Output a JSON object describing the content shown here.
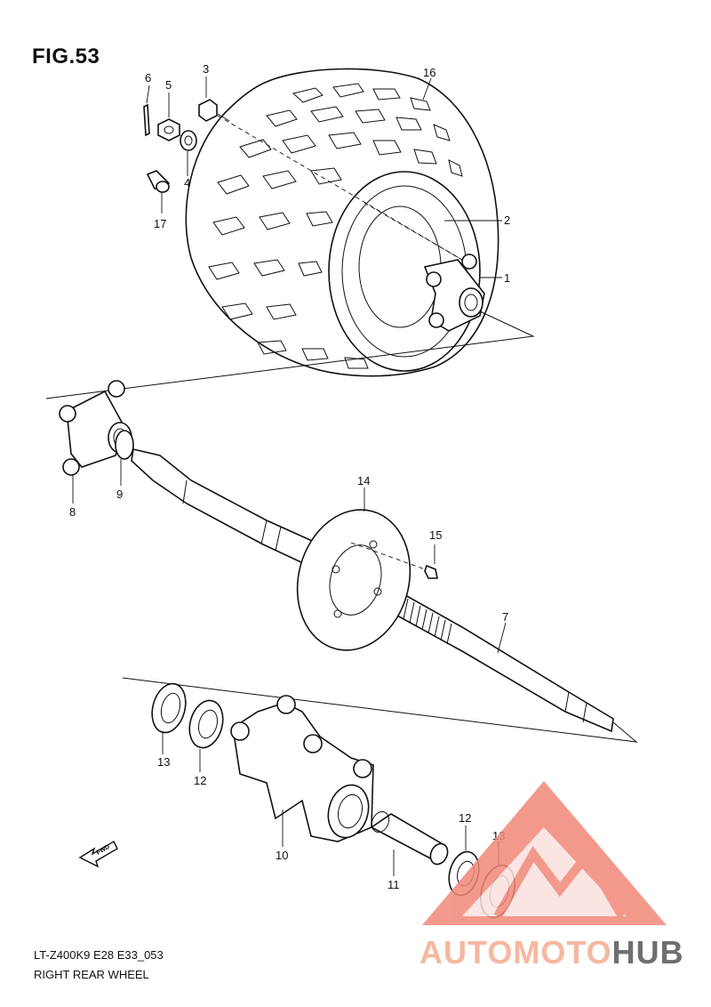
{
  "figure": {
    "title": "FIG.53",
    "model_code": "LT-Z400K9 E28 E33_053",
    "caption": "RIGHT REAR WHEEL"
  },
  "callouts": [
    "6",
    "5",
    "3",
    "16",
    "4",
    "17",
    "2",
    "1",
    "8",
    "9",
    "14",
    "15",
    "7",
    "13",
    "12",
    "10",
    "12",
    "13",
    "11"
  ],
  "fwd_label": "FWD",
  "watermark": {
    "part1": "AUTOMOTO",
    "part2": "HUB",
    "colors": {
      "triangle": "#f08878",
      "text_light": "#f5b8a0",
      "text_dark": "#6f6f6f"
    }
  }
}
